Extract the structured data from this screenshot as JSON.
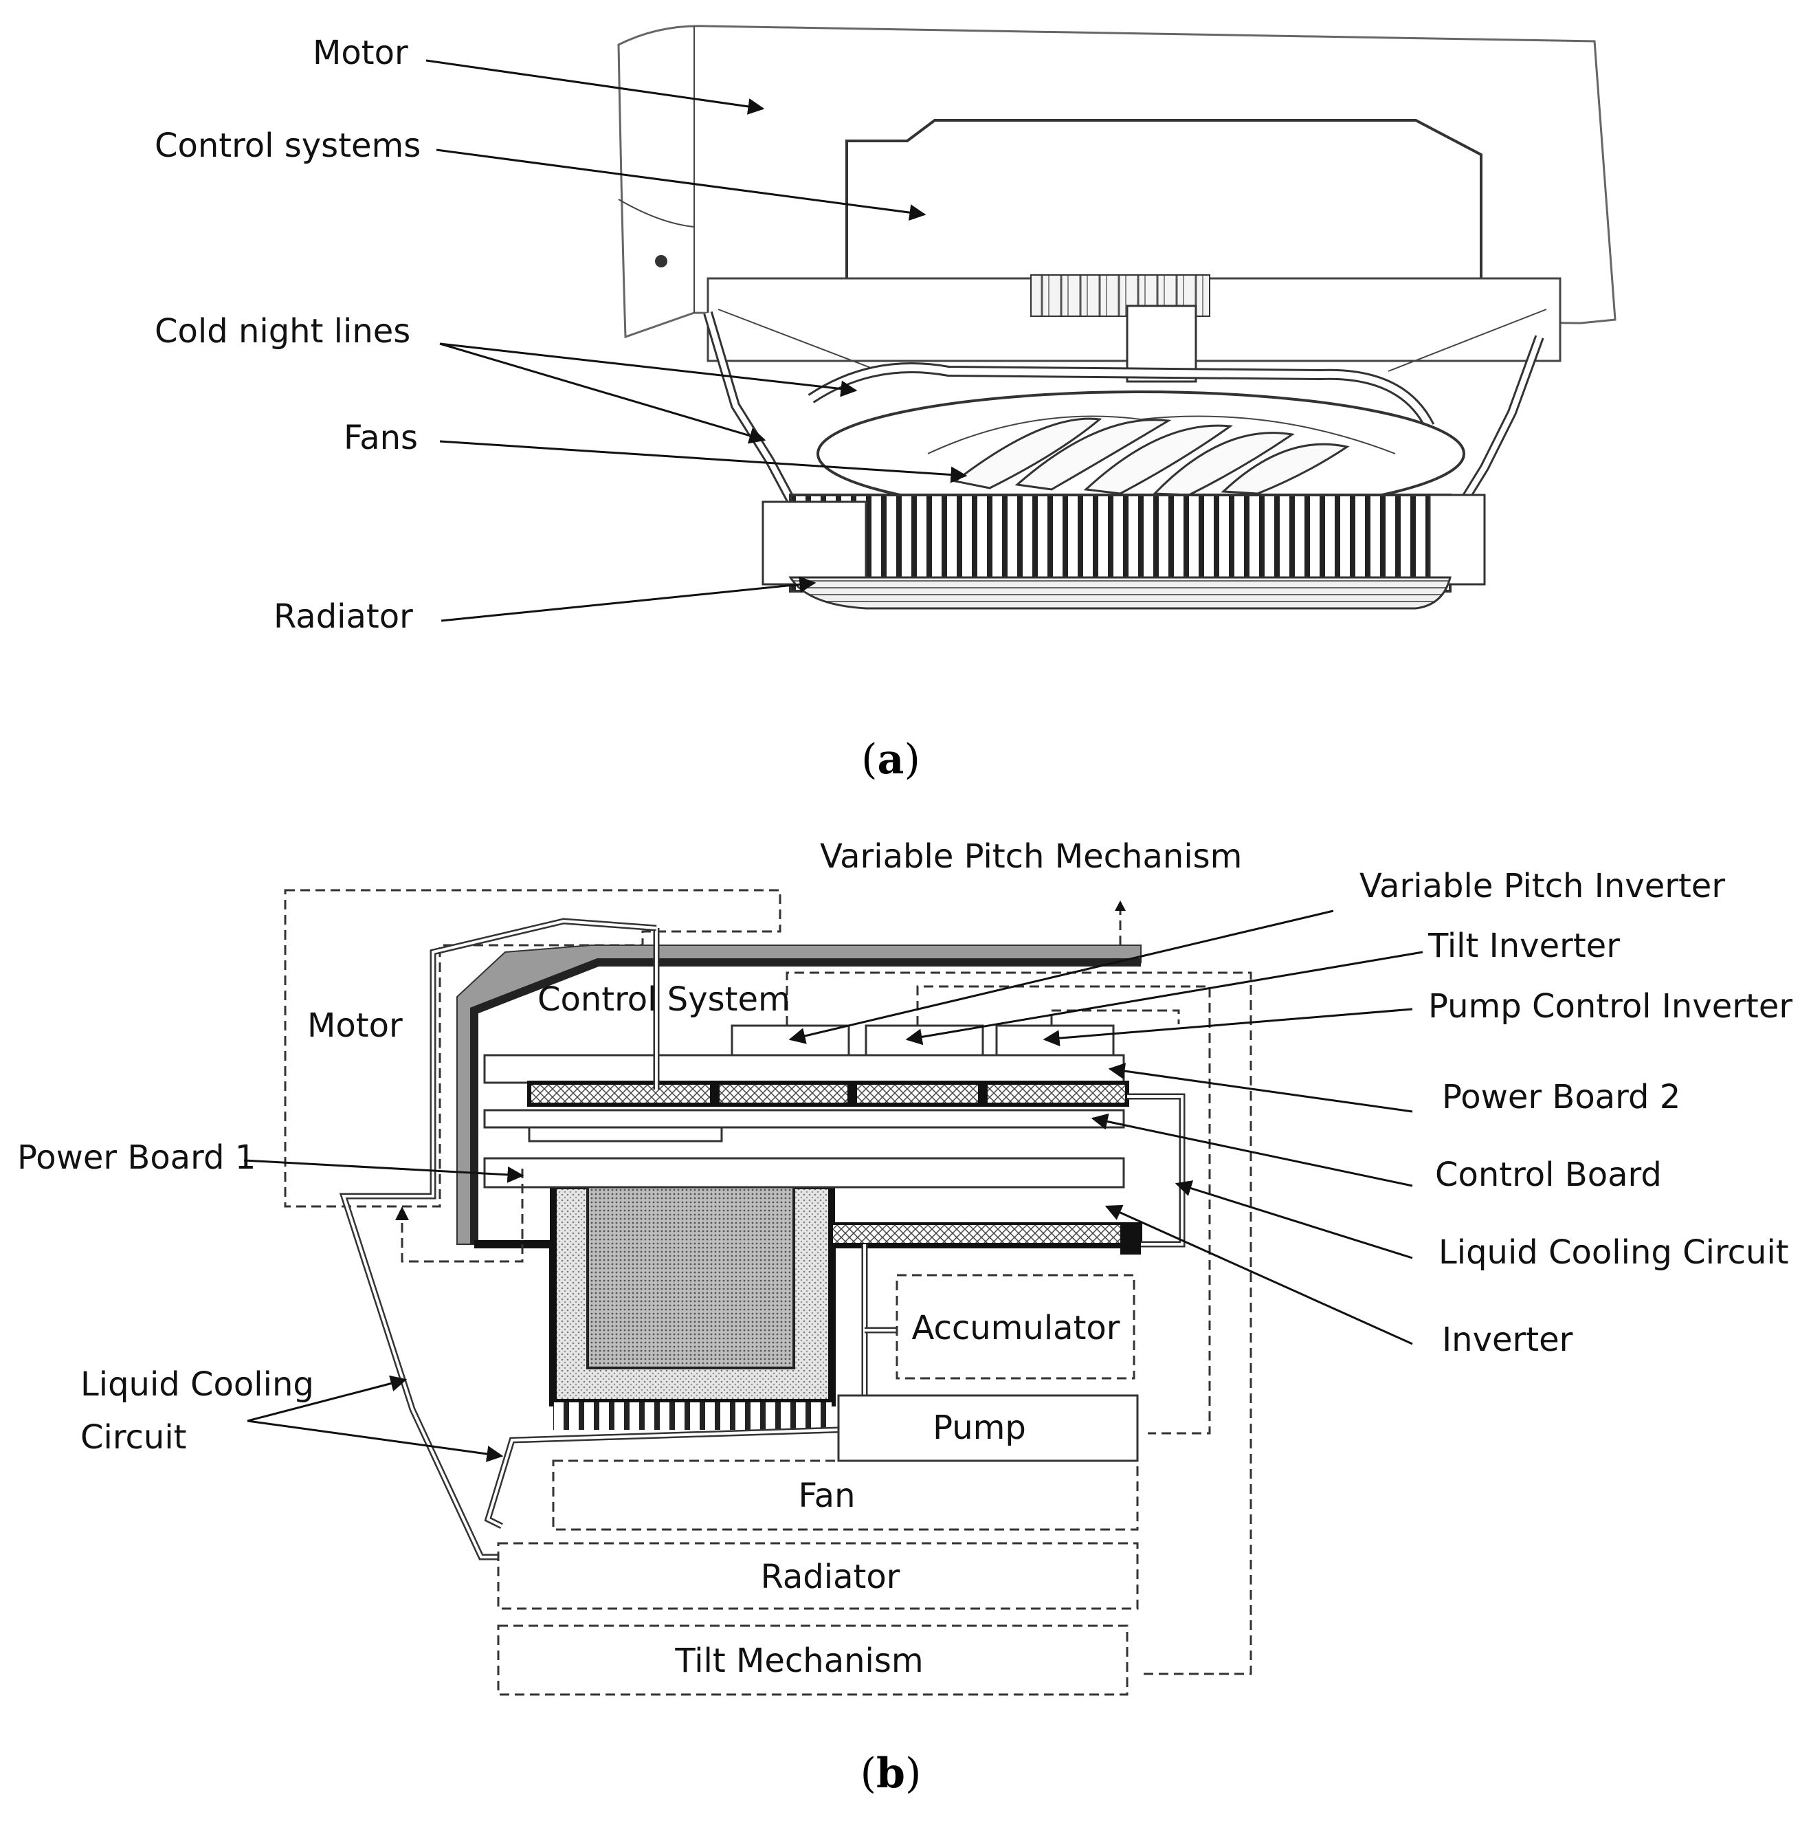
{
  "panel_a": {
    "caption_open": "(",
    "caption_letter": "a",
    "caption_close": ")",
    "labels": {
      "motor": "Motor",
      "control_systems": "Control systems",
      "cold_night_lines": "Cold night lines",
      "fans": "Fans",
      "radiator": "Radiator"
    }
  },
  "panel_b": {
    "caption_open": "(",
    "caption_letter": "b",
    "caption_close": ")",
    "labels": {
      "variable_pitch_mechanism": "Variable Pitch Mechanism",
      "variable_pitch_inverter": "Variable Pitch Inverter",
      "tilt_inverter": "Tilt Inverter",
      "pump_control_inverter": "Pump Control Inverter",
      "power_board_2": "Power Board 2",
      "control_board": "Control Board",
      "liquid_cooling_circuit_right": "Liquid Cooling Circuit",
      "inverter": "Inverter",
      "motor": "Motor",
      "control_system": "Control System",
      "power_board_1": "Power Board 1",
      "liquid_cooling_left_line1": "Liquid Cooling",
      "liquid_cooling_left_line2": "Circuit",
      "accumulator": "Accumulator",
      "pump": "Pump",
      "fan": "Fan",
      "radiator": "Radiator",
      "tilt_mechanism": "Tilt Mechanism"
    }
  }
}
